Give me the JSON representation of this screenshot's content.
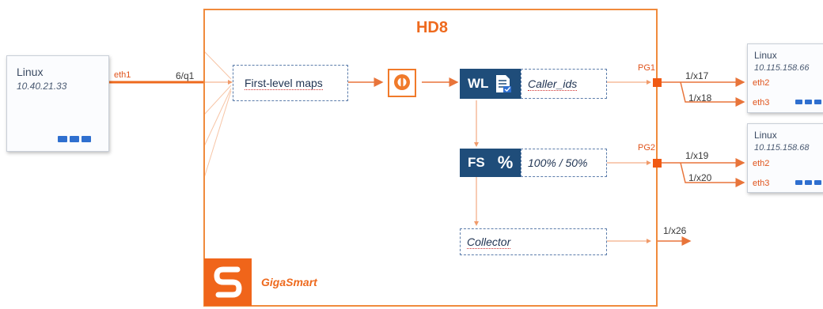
{
  "title": "HD8",
  "source_host": {
    "title": "Linux",
    "ip": "10.40.21.33",
    "port": "eth1"
  },
  "ingress_port": "6/q1",
  "first_level_maps": "First-level maps",
  "whitelist": {
    "tag": "WL",
    "label": "Caller_ids"
  },
  "flow_sampling": {
    "tag": "FS",
    "symbol": "%",
    "label": "100% / 50%"
  },
  "collector": "Collector",
  "port_groups": {
    "pg1": "PG1",
    "pg2": "PG2"
  },
  "tool_ports": {
    "p17": "1/x17",
    "p18": "1/x18",
    "p19": "1/x19",
    "p20": "1/x20",
    "p26": "1/x26"
  },
  "dest_host_1": {
    "title": "Linux",
    "ip": "10.115.158.66",
    "port_a": "eth2",
    "port_b": "eth3"
  },
  "dest_host_2": {
    "title": "Linux",
    "ip": "10.115.158.68",
    "port_a": "eth2",
    "port_b": "eth3"
  },
  "brand": "GigaSmart",
  "colors": {
    "accent": "#ee6a1e",
    "dark_tag": "#1f4d7a",
    "nic_blue": "#2f6fcf"
  }
}
